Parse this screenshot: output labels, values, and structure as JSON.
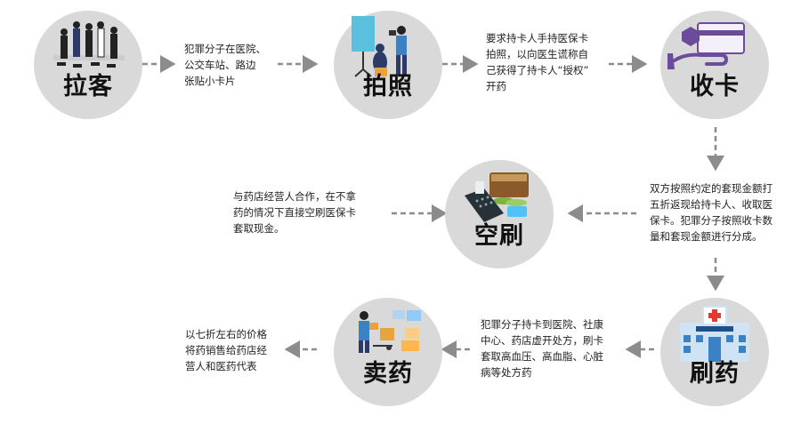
{
  "steps": [
    {
      "label": "拉客",
      "icon": "people-icon"
    },
    {
      "label": "拍照",
      "icon": "photographer-icon"
    },
    {
      "label": "收卡",
      "icon": "hand-card-icon"
    },
    {
      "label": "空刷",
      "icon": "pos-terminal-icon"
    },
    {
      "label": "刷药",
      "icon": "hospital-icon"
    },
    {
      "label": "卖药",
      "icon": "delivery-icon"
    }
  ],
  "descriptions": [
    [
      "犯罪分子在医院、",
      "公交车站、路边",
      "张贴小卡片"
    ],
    [
      "要求持卡人手持医保卡",
      "拍照，以向医生谎称自",
      "己获得了持卡人“授权”",
      "开药"
    ],
    [
      "双方按照约定的套现金额打",
      "五折返现给持卡人、收取医",
      "保卡。犯罪分子按照收卡数",
      "量和套现金额进行分成。"
    ],
    [
      "与药店经营人合作，在不拿",
      "药的情况下直接空刷医保卡",
      "套取现金。"
    ],
    [
      "犯罪分子持卡到医院、社康",
      "中心、药店虚开处方，刷卡",
      "套取高血压、高血脂、心脏",
      "病等处方药"
    ],
    [
      "以七折左右的价格",
      "将药销售给药店经",
      "营人和医药代表"
    ]
  ],
  "colors": {
    "circle": "#d9d9d9",
    "arrow": "#8c8c8c",
    "text": "#222222",
    "accent": "#3b82c4"
  }
}
